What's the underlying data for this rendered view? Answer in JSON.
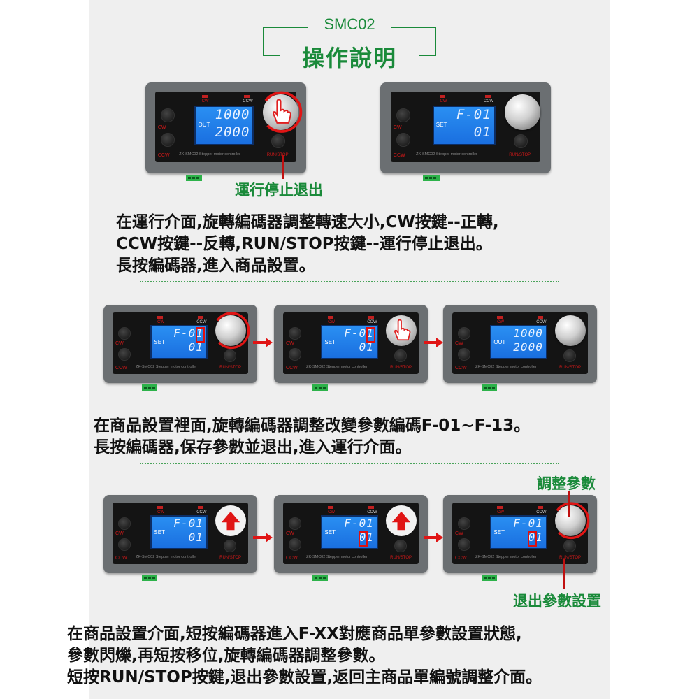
{
  "header": {
    "model": "SMC02",
    "title": "操作說明"
  },
  "device": {
    "cw_label": "CW",
    "ccw_label": "CCW",
    "led_cw": "CW",
    "led_ccw": "CCW",
    "brand": "ZK-SMC02 Stepper motor controller",
    "run_label": "RUN/STOP",
    "out_tag": "OUT",
    "set_tag": "SET",
    "out_line1": "1000",
    "out_line2": "2000",
    "set_line1": "F-01",
    "set_line2": "01"
  },
  "section1": {
    "note": "運行停止退出",
    "text": [
      "在運行介面,旋轉編碼器調整轉速大小,CW按鍵--正轉,",
      "CCW按鍵--反轉,RUN/STOP按鍵--運行停止退出。",
      "長按編碼器,進入商品設置。"
    ]
  },
  "section2": {
    "text": [
      "在商品設置裡面,旋轉編碼器調整改變參數編碼F-01~F-13。",
      "長按編碼器,保存參數並退出,進入運行介面。"
    ]
  },
  "section3": {
    "note_top": "調整參數",
    "note_bottom": "退出參數設置",
    "text": [
      "在商品設置介面,短按編碼器進入F-XX對應商品單參數設置狀態,",
      "參數閃爍,再短按移位,旋轉編碼器調整參數。",
      "短按RUN/STOP按鍵,退出參數設置,返回主商品單編號調整介面。"
    ]
  },
  "colors": {
    "green": "#1a8a3a",
    "red": "#d01818",
    "lcd": "#1a6fe0"
  }
}
